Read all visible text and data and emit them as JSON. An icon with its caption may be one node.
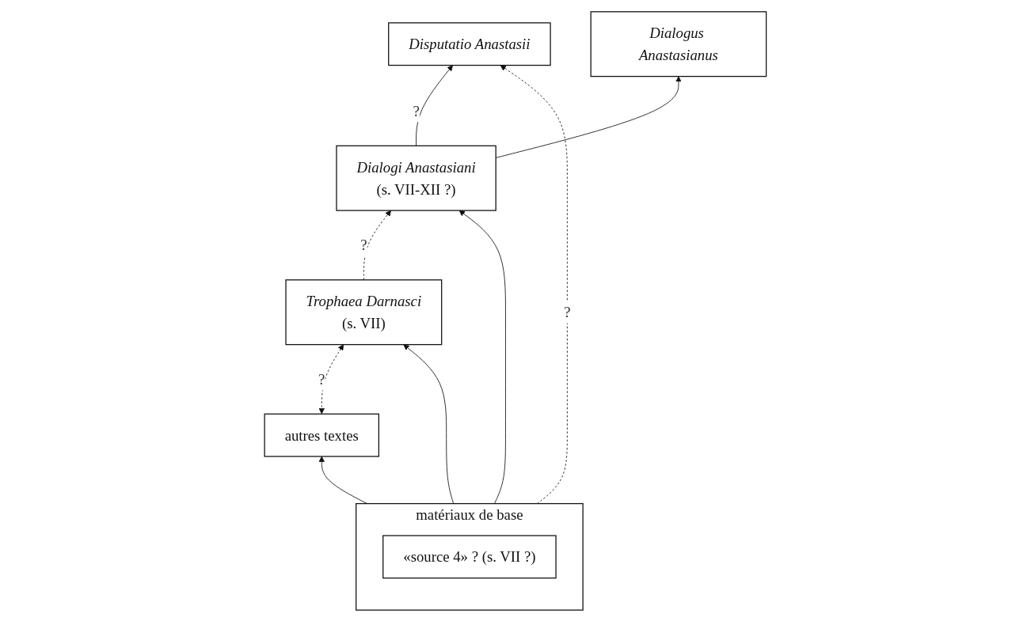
{
  "diagram": {
    "nodes": [
      {
        "text": [
          "Dialogus Anastasianus"
        ]
      },
      {
        "text": [
          "Disputatio Anastasii"
        ]
      },
      {
        "text": [
          "autres textes"
        ]
      },
      {
        "text": [
          "Trophaea Darnasci",
          "(s. VII)"
        ]
      },
      {
        "text": [
          "Dialogi Anastasiani",
          "(s. VII-XII ?)"
        ]
      },
      {
        "text": [
          "matériaux de base"
        ]
      },
      {
        "text": [
          "«source 4» ? (s. VII ?)"
        ],
        "in": 5
      }
    ],
    "edges": [
      {
        "from": 4,
        "to": 0,
        "arrow": "to"
      },
      {
        "from": 4,
        "to": 1,
        "arrow": "to",
        "label": "?"
      },
      {
        "from": 5,
        "to": 1,
        "arrow": "to",
        "label": "?",
        "style": "dashed"
      },
      {
        "from": 2,
        "to": 3,
        "arrow": "both",
        "label": "?",
        "style": "dashed"
      },
      {
        "from": 3,
        "to": 4,
        "arrow": "to",
        "label": "?",
        "style": "dashed"
      },
      {
        "from": 5,
        "to": 2,
        "arrow": "to"
      },
      {
        "from": 5,
        "to": 3,
        "arrow": "to"
      },
      {
        "from": 5,
        "to": 4,
        "arrow": "to"
      }
    ]
  }
}
